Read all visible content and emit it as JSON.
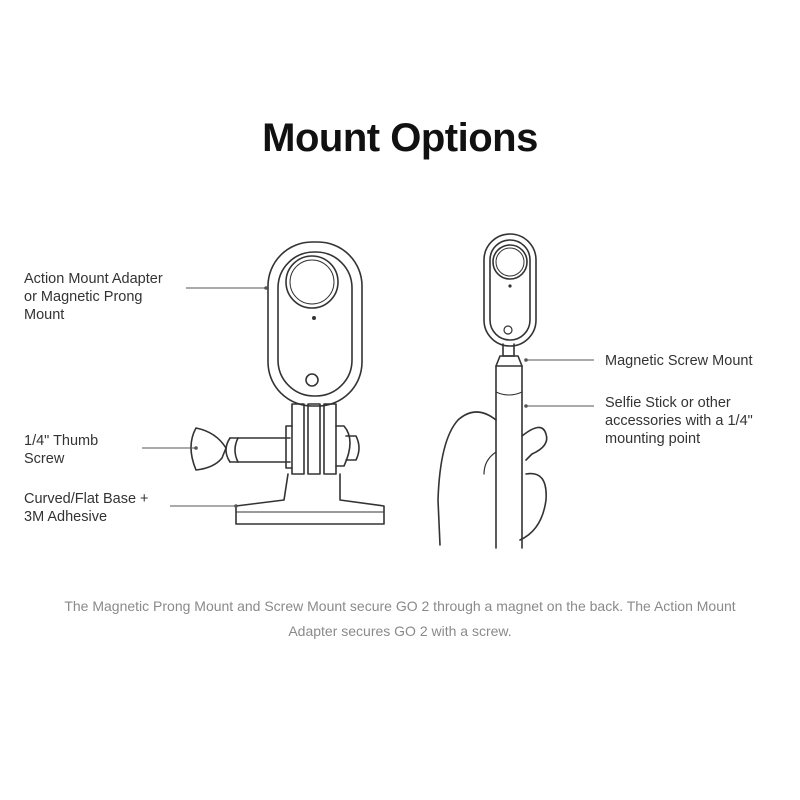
{
  "title": "Mount Options",
  "left_labels": {
    "action_mount": "Action Mount Adapter\nor Magnetic Prong\nMount",
    "thumb_screw": "1/4\" Thumb\nScrew",
    "base": "Curved/Flat Base +\n3M Adhesive"
  },
  "right_labels": {
    "screw_mount": "Magnetic Screw Mount",
    "selfie_stick": "Selfie Stick or other\naccessories with a 1/4\"\nmounting point"
  },
  "caption": "The Magnetic Prong Mount and Screw Mount secure GO 2 through a magnet on the back. The Action Mount Adapter secures GO 2 with a screw.",
  "colors": {
    "line": "#555555",
    "outline": "#333333",
    "caption": "#8a8a8a"
  }
}
